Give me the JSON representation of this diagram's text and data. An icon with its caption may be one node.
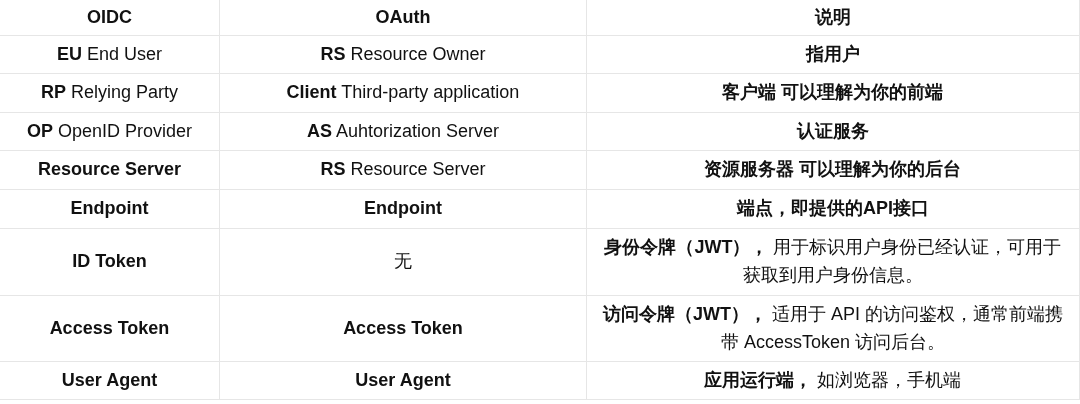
{
  "diagram": {
    "labels": [
      "OIDC",
      "OAuth",
      "说明",
      "**EU** End User",
      "**RS** Resource Owner",
      "指用户",
      "**RP** Relying Party",
      "**Client** Third-party application",
      "客户端 可以理解为你的前端",
      "**OP** OpenID Provider",
      "**AS** Auhtorization Server",
      "认证服务",
      "Resource Server",
      "**RS** Resource Server",
      "资源服务器 可以理解为你的后台",
      "Endpoint",
      "Endpoint",
      "端点，即提供的API接口",
      "ID Token",
      "无",
      "**身份令牌（JWT），** 用于标识用户身份已经认证，可用于获取到用户身份信息。",
      "Access Token",
      "Access Token",
      "**访问令牌（JWT），** 适用于 API 的访问鉴权，通常前端携带 AccessToken 访问后台。",
      "User Agent",
      "User Agent",
      "**应用运行端，** 如浏览器，手机端"
    ]
  }
}
